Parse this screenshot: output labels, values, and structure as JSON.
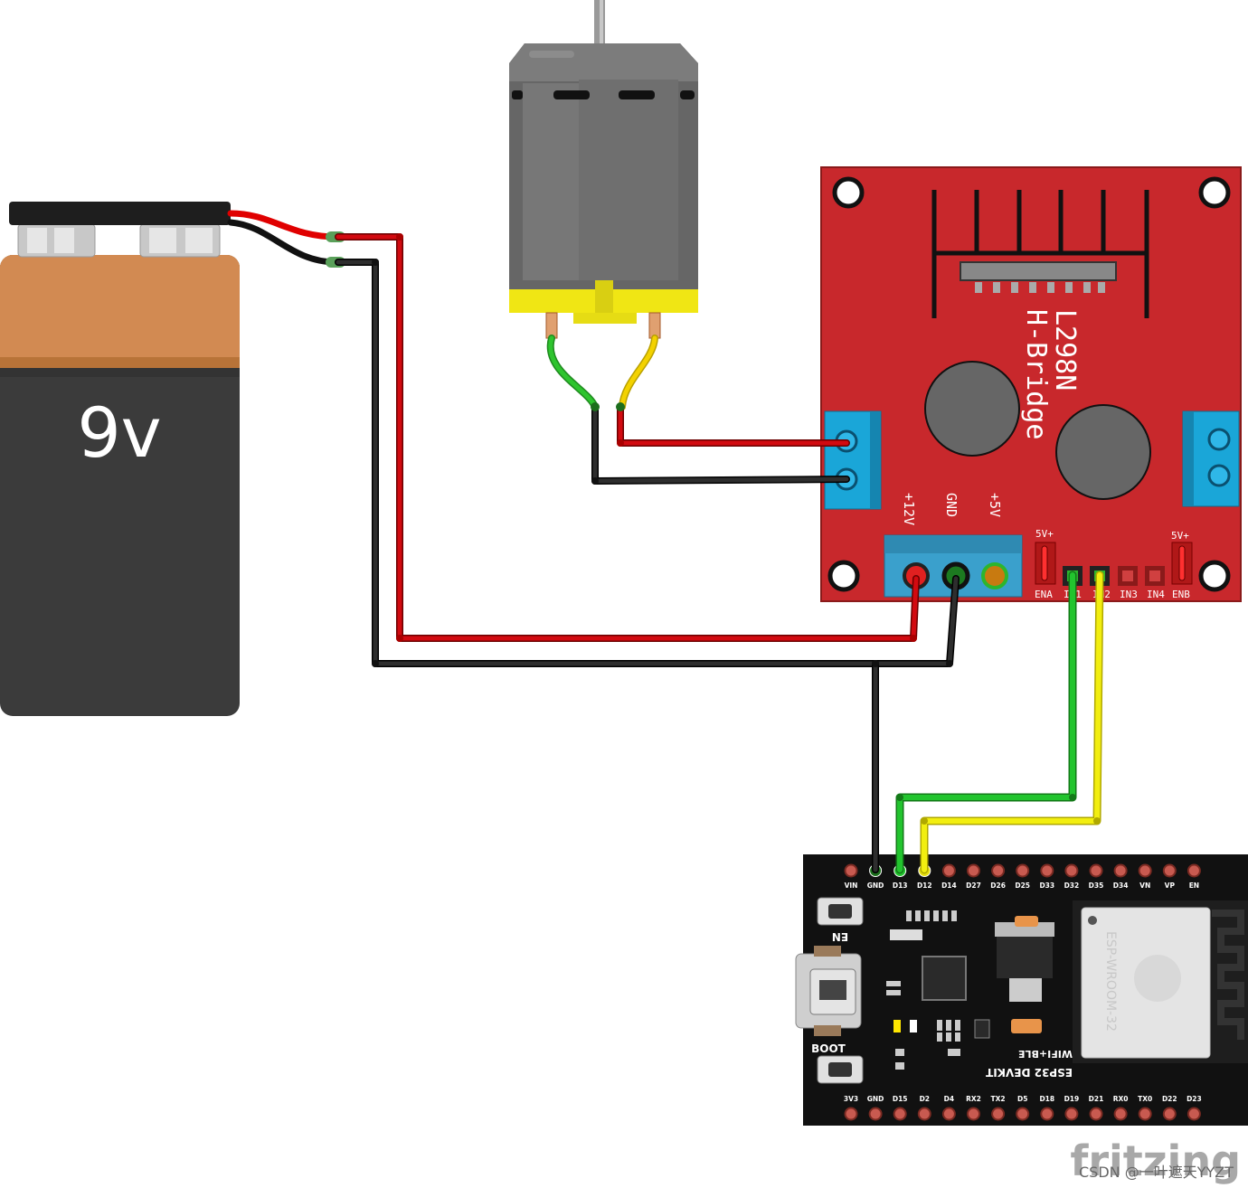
{
  "battery": {
    "label": "9v"
  },
  "hbridge": {
    "title": "L298N",
    "subtitle": "H-Bridge",
    "power_labels": [
      "+12V",
      "GND",
      "+5V"
    ],
    "jumper_labels": [
      "5V+",
      "5V+"
    ],
    "pin_labels": [
      "ENA",
      "IN1",
      "IN2",
      "IN3",
      "IN4",
      "ENB"
    ]
  },
  "esp32": {
    "top_pins": [
      "VIN",
      "GND",
      "D13",
      "D12",
      "D14",
      "D27",
      "D26",
      "D25",
      "D33",
      "D32",
      "D35",
      "D34",
      "VN",
      "VP",
      "EN"
    ],
    "bottom_pins": [
      "3V3",
      "GND",
      "D15",
      "D2",
      "D4",
      "RX2",
      "TX2",
      "D5",
      "D18",
      "D19",
      "D21",
      "RX0",
      "TX0",
      "D22",
      "D23"
    ],
    "en_label": "EN",
    "boot_label": "BOOT",
    "board_name": "ESP32 DEVKIT",
    "board_sub": "WIFI+BLE",
    "module_text": "ESP-WROOM-32"
  },
  "branding": {
    "logo": "fritzing",
    "watermark": "CSDN @一叶遮天YYZT"
  },
  "colors": {
    "board_red": "#c8282c",
    "wire_red": "#c0080e",
    "wire_black": "#222222",
    "wire_green": "#1fb02b",
    "wire_yellow": "#f0e000",
    "terminal_blue": "#1aa6d8"
  }
}
